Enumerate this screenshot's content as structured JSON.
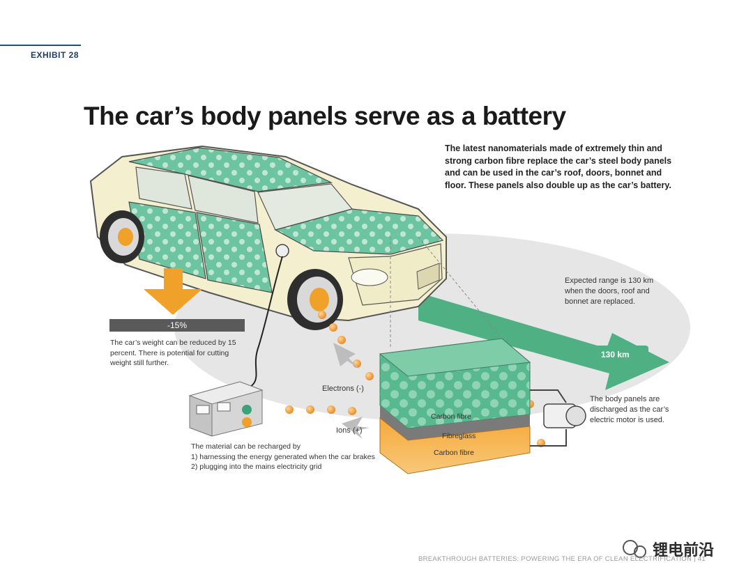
{
  "exhibit_label": "EXHIBIT 28",
  "title": "The car’s body panels serve as a battery",
  "intro": "The latest nanomaterials made of extremely thin and strong carbon fibre replace the car’s steel body panels and can be used in the car’s roof, doors, bonnet and floor. These panels also double up as the car’s battery.",
  "range": {
    "text": "Expected range is 130 km when the doors, roof and bonnet are replaced.",
    "value_label": "130 km"
  },
  "weight": {
    "bar_label": "-15%",
    "text": "The car’s weight can be reduced by 15 percent. There is potential for cutting weight still further."
  },
  "flow_labels": {
    "electrons": "Electrons (-)",
    "ions": "Ions (+)"
  },
  "recharge": {
    "lines": [
      "The material can be recharged by",
      "1) harnessing the energy generated when the car brakes",
      "2) plugging into the mains electricity grid"
    ]
  },
  "discharge": "The body panels are discharged as the car’s electric motor is used.",
  "layers": {
    "top": "Carbon fibre",
    "middle": "Fibreglass",
    "bottom": "Carbon fibre"
  },
  "footer": "BREAKTHROUGH BATTERIES: POWERING THE ERA OF CLEAN ELECTRIFICATION | 41",
  "watermark": "锂电前沿",
  "colors": {
    "panel_green": "#5fbf98",
    "arrow_orange": "#f0a12a",
    "ion_teal": "#3aa37a",
    "car_cream": "#f3efcf",
    "accent_navy": "#1f4e79"
  }
}
